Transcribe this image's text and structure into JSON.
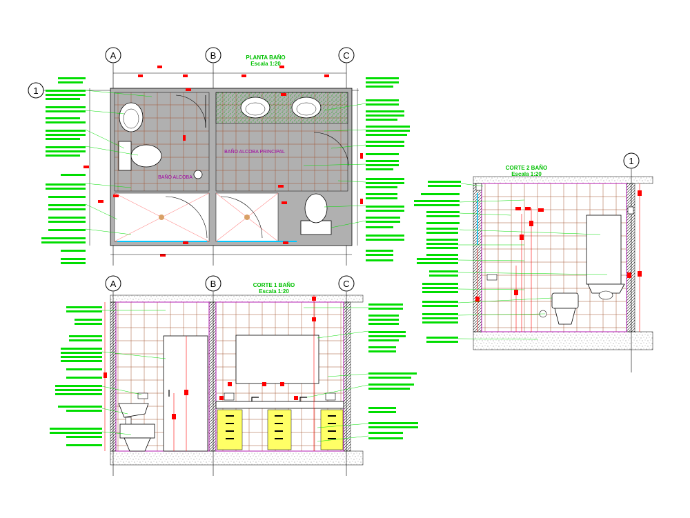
{
  "colors": {
    "line": "#000000",
    "annotation": "#00dd00",
    "dimension_mark": "#ff0000",
    "room_label": "#a000a0",
    "section_outline": "#c000c0",
    "tile_line": "#a0522d",
    "hatch": "#00aa00",
    "cabinet": "#ffff66",
    "fixture": "#00c8ff"
  },
  "plan": {
    "title": "PLANTA BAÑO",
    "scale": "Escala 1:20",
    "grid_a": "A",
    "grid_b": "B",
    "grid_c": "C",
    "grid_1": "1",
    "room_alcoba": "BAÑO ALCOBA",
    "room_principal": "BAÑO ALCOBA PRINCIPAL"
  },
  "section1": {
    "title": "CORTE 1  BAÑO",
    "scale": "Escala 1:20",
    "grid_a": "A",
    "grid_b": "B",
    "grid_c": "C"
  },
  "section2": {
    "title": "CORTE 2 BAÑO",
    "scale": "Escala 1:20",
    "grid_1": "1"
  }
}
